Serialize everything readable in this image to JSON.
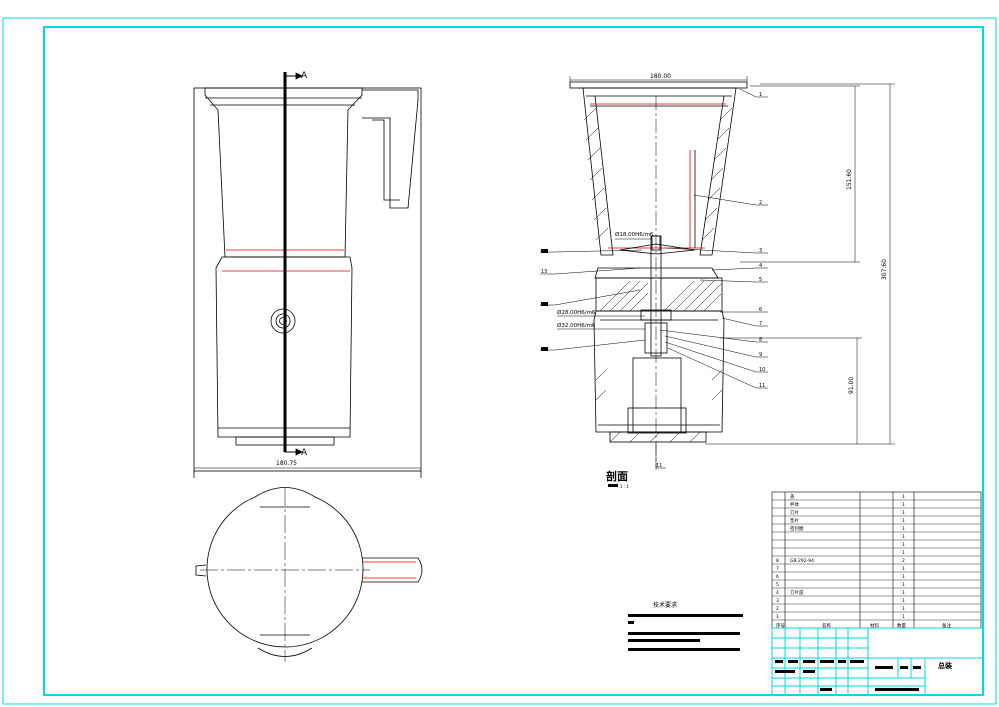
{
  "drawing": {
    "section_mark": "A",
    "section_title": "剖面",
    "section_scale_prefix": "1 : 1"
  },
  "dimensions": {
    "width_bottom": "180.75",
    "width_top": "180.00",
    "height_cup": "151.60",
    "height_total": "307.60",
    "height_base": "91.00",
    "fit_shaft": "Ø18.00H6/m6",
    "fit_bearing1": "Ø28.00H6/m6",
    "fit_bearing2": "Ø32.00H6/m6"
  },
  "callouts": {
    "right": [
      "1",
      "2",
      "3",
      "4",
      "5",
      "6",
      "7",
      "8",
      "9",
      "10",
      "11"
    ],
    "left": [
      "13"
    ],
    "bottom": "11"
  },
  "notes": {
    "title": "技术要求"
  },
  "bom": {
    "header": {
      "no": "序号",
      "name": "名称",
      "material": "材料",
      "qty": "数量",
      "remark": "备注"
    },
    "rows": [
      {
        "no": "",
        "name": "盖",
        "qty": "1"
      },
      {
        "no": "",
        "name": "杯体",
        "qty": "1"
      },
      {
        "no": "",
        "name": "刀片",
        "qty": "1"
      },
      {
        "no": "",
        "name": "垫片",
        "qty": "1"
      },
      {
        "no": "",
        "name": "密封圈",
        "qty": "1"
      },
      {
        "no": "",
        "name": "",
        "qty": "1"
      },
      {
        "no": "",
        "name": "",
        "qty": "1"
      },
      {
        "no": "",
        "name": "",
        "qty": "1"
      },
      {
        "no": "8",
        "name": "GB 292-94",
        "qty": "2"
      },
      {
        "no": "7",
        "name": "",
        "qty": "1"
      },
      {
        "no": "6",
        "name": "",
        "qty": "1"
      },
      {
        "no": "5",
        "name": "",
        "qty": "1"
      },
      {
        "no": "4",
        "name": "刀片座",
        "qty": "1"
      },
      {
        "no": "3",
        "name": "",
        "qty": "1"
      },
      {
        "no": "2",
        "name": "",
        "qty": "1"
      },
      {
        "no": "1",
        "name": "",
        "qty": "1"
      }
    ]
  },
  "title_block": {
    "name": "总装"
  },
  "colors": {
    "frame": "#00d8e0",
    "line": "#000000",
    "accent": "#e00000"
  }
}
